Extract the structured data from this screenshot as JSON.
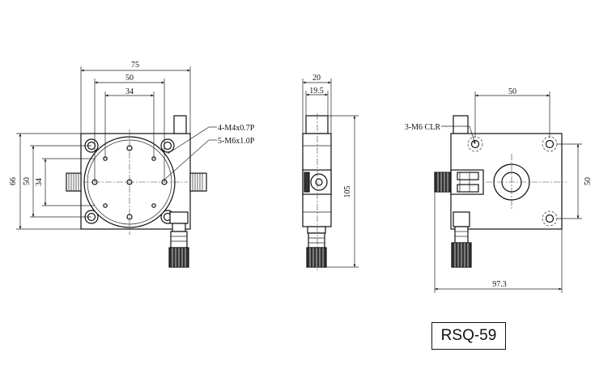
{
  "drawing": {
    "model": "RSQ-59",
    "front_view": {
      "dims": {
        "width_75": "75",
        "hole_50": "50",
        "hole_34": "34",
        "height_66": "66",
        "side_50": "50",
        "side_34": "34"
      },
      "notes": {
        "thread_m4": "4-M4x0.7P",
        "thread_m6": "5-M6x1.0P"
      }
    },
    "side_view": {
      "dims": {
        "thick_20": "20",
        "thick_19_5": "19.5",
        "height_105": "105"
      }
    },
    "back_view": {
      "dims": {
        "hole_50": "50",
        "side_50": "50",
        "length_97_3": "97.3"
      },
      "notes": {
        "clearance": "3-M6 CLR"
      }
    }
  }
}
